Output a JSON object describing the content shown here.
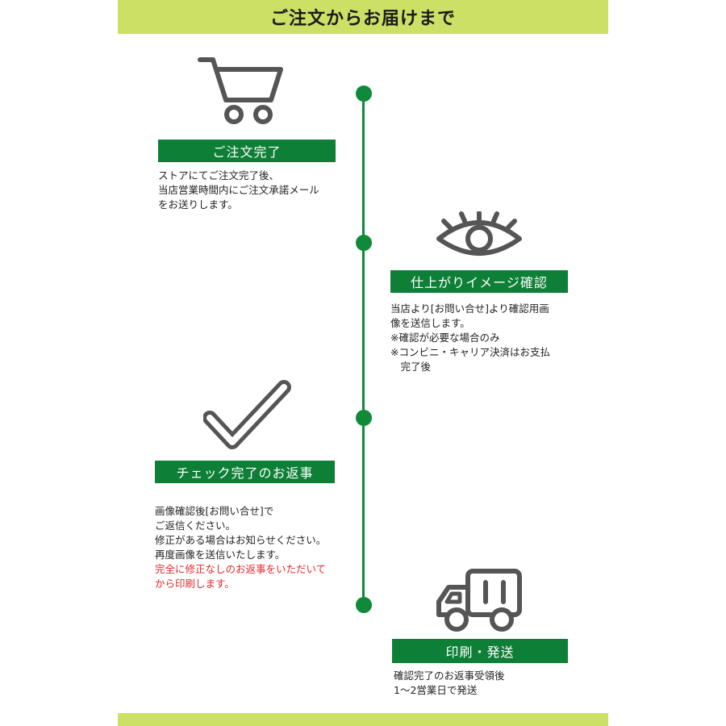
{
  "header": {
    "title": "ご注文からお届けまで"
  },
  "colors": {
    "accent_bar": "#cce066",
    "green": "#0e7f36",
    "timeline": "#0e8a3a",
    "icon_gray": "#555555",
    "warning_red": "#e8282b"
  },
  "steps": [
    {
      "icon": "shopping-cart-icon",
      "label": "ご注文完了",
      "description": "ストアにてご注文完了後、\n当店営業時間内にご注文承諾メール\nをお送りします。"
    },
    {
      "icon": "eye-icon",
      "label": "仕上がりイメージ確認",
      "description": "当店より[お問い合せ]より確認用画\n像を送信します。\n※確認が必要な場合のみ\n※コンビニ・キャリア決済はお支払\n　完了後"
    },
    {
      "icon": "checkmark-icon",
      "label": "チェック完了のお返事",
      "description": "画像確認後[お問い合せ]で\nご返信ください。\n修正がある場合はお知らせください。\n再度画像を送信いたします。",
      "note": "完全に修正なしのお返事をいただいて\nから印刷します。"
    },
    {
      "icon": "delivery-truck-icon",
      "label": "印刷・発送",
      "description": "確認完了のお返事受領後\n1〜2営業日で発送"
    }
  ]
}
